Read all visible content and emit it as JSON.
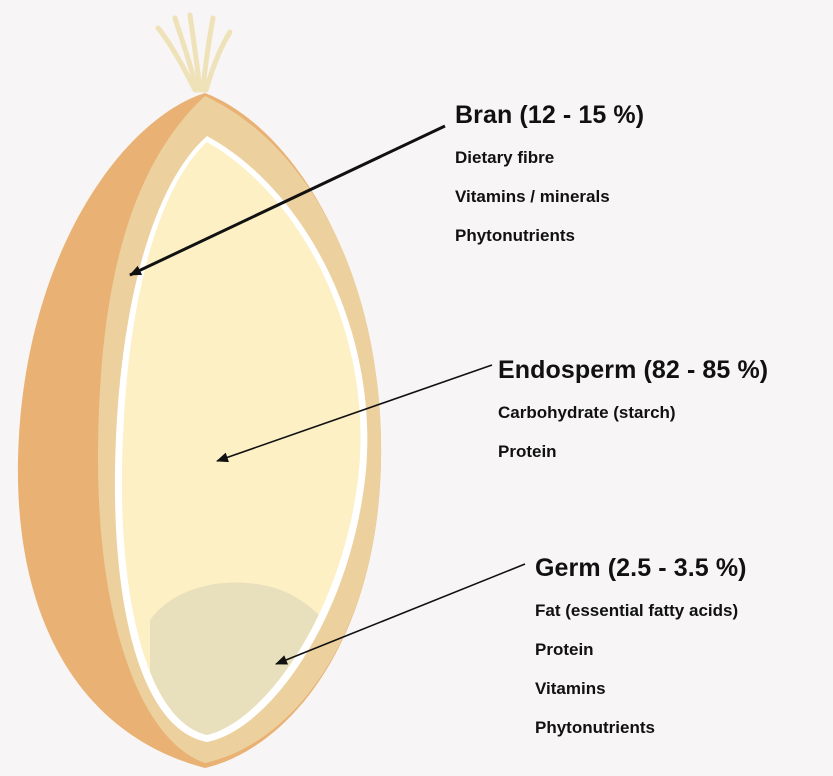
{
  "colors": {
    "background": "#f7f5f5",
    "bran_outer": "#e9b173",
    "bran_inner": "#ecd09e",
    "endosperm": "#fdf0c5",
    "germ": "#e8dfbd",
    "white_line": "#ffffff",
    "hair": "#f0e2b8",
    "arrow": "#111111"
  },
  "labels": {
    "bran": {
      "title": "Bran (12 - 15 %)",
      "items": [
        "Dietary fibre",
        "Vitamins / minerals",
        "Phytonutrients"
      ]
    },
    "endosperm": {
      "title": "Endosperm (82 - 85 %)",
      "items": [
        "Carbohydrate (starch)",
        "Protein"
      ]
    },
    "germ": {
      "title": "Germ (2.5 - 3.5 %)",
      "items": [
        "Fat (essential fatty acids)",
        "Protein",
        "Vitamins",
        "Phytonutrients"
      ]
    }
  }
}
